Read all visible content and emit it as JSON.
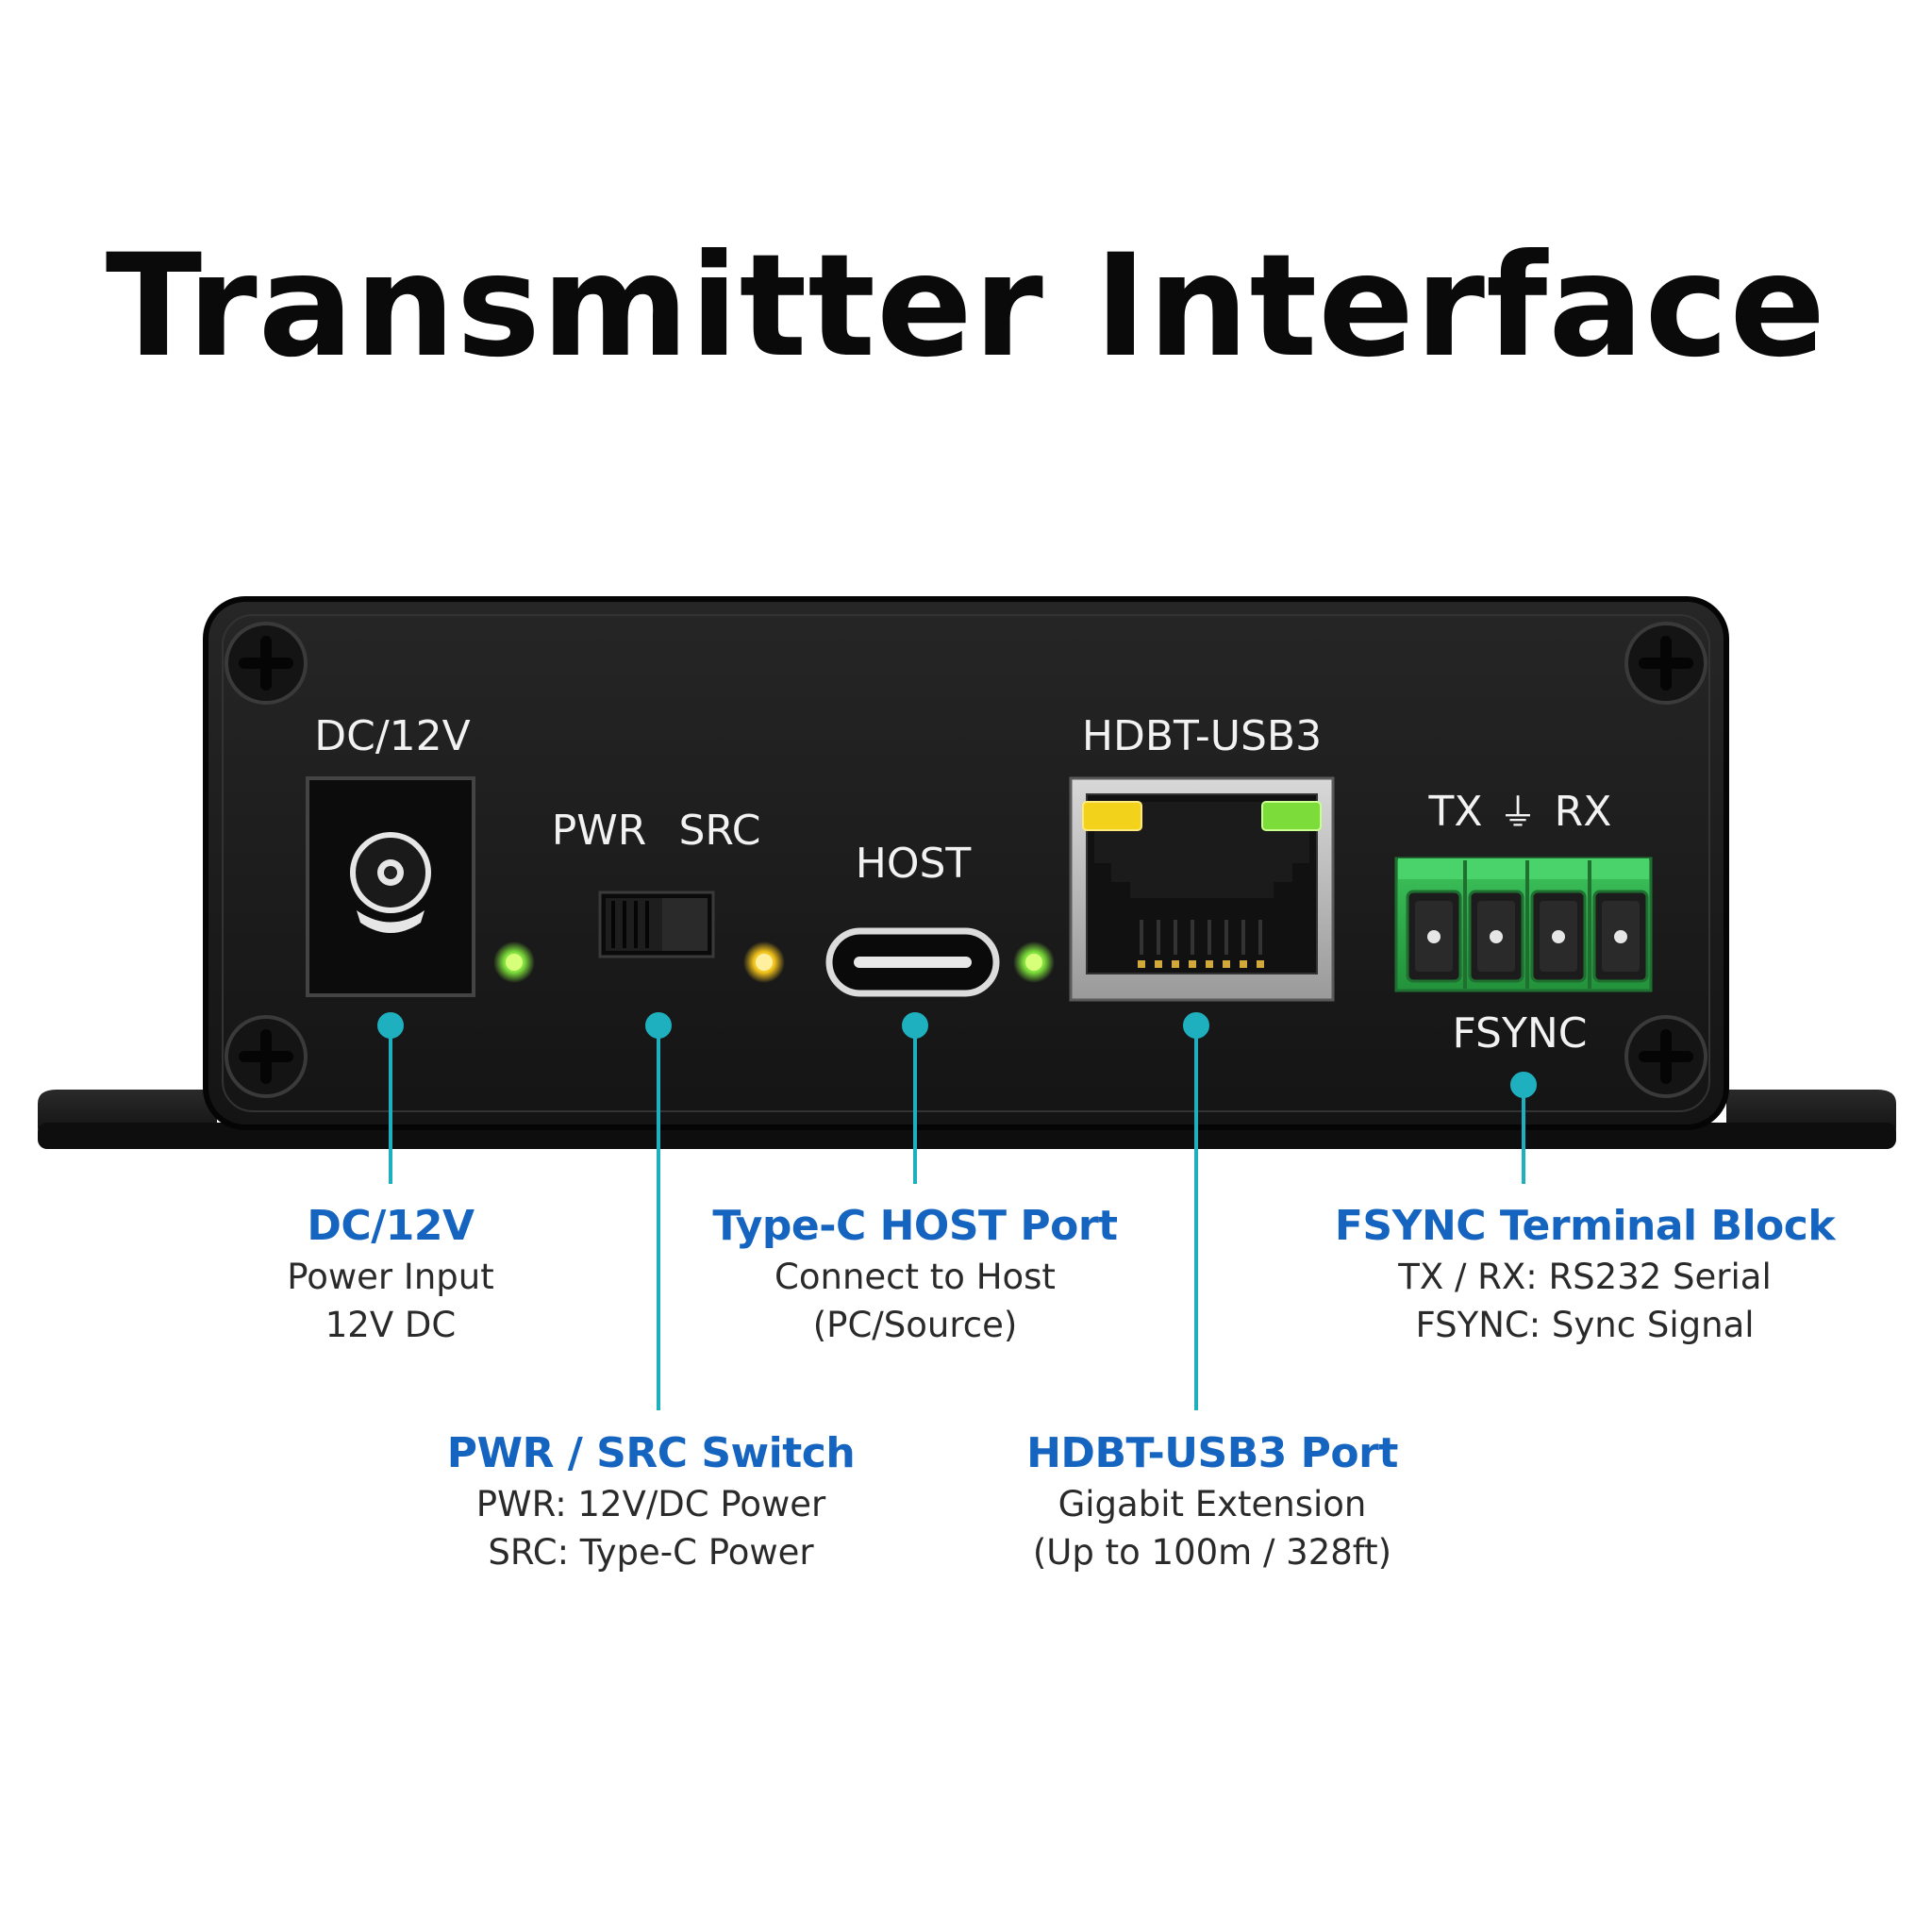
{
  "title": "Transmitter Interface",
  "colors": {
    "accent_blue": "#1565c0",
    "leader_teal": "#1fb0c0",
    "chassis": "#1b1b1b",
    "terminal_green": "#2fae4a",
    "led_green": "#7bdc3a",
    "led_yellow": "#f2d21a"
  },
  "panel_labels": {
    "dc": "DC/12V",
    "pwr": "PWR",
    "src": "SRC",
    "host": "HOST",
    "hdbt": "HDBT-USB3",
    "tx": "TX",
    "ground_symbol": "⏚",
    "rx": "RX",
    "fsync": "FSYNC"
  },
  "callouts": {
    "dc": {
      "title": "DC/12V",
      "line1": "Power Input",
      "line2": "12V DC"
    },
    "switch": {
      "title": "PWR / SRC Switch",
      "line1": "PWR: 12V/DC Power",
      "line2": "SRC: Type-C Power"
    },
    "typec": {
      "title": "Type-C HOST Port",
      "line1": "Connect to Host",
      "line2": "(PC/Source)"
    },
    "hdbt": {
      "title": "HDBT-USB3 Port",
      "line1": "Gigabit Extension",
      "line2": "(Up to 100m / 328ft)"
    },
    "fsync": {
      "title": "FSYNC Terminal Block",
      "line1": "TX / RX: RS232 Serial",
      "line2": "FSYNC: Sync Signal"
    }
  }
}
